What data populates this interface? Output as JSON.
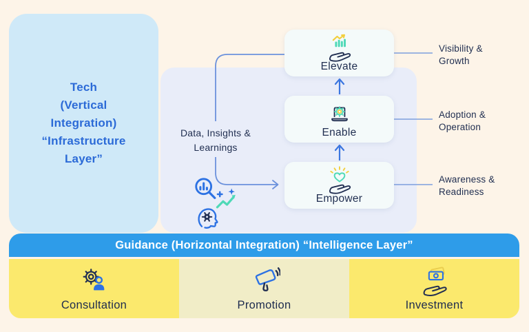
{
  "palette": {
    "background": "#fdf4e8",
    "infra_box": "#cfe9f8",
    "infra_text": "#2b6ad7",
    "panel": "#e9edf9",
    "stage_box": "#f4fafa",
    "navy_text": "#212f51",
    "guidance_bar": "#2e9ce9",
    "guidance_text": "#ffffff",
    "pillar_bright": "#fbe96d",
    "pillar_pale": "#f1edc7",
    "teal_accent": "#4fd9b7",
    "yellow_accent": "#f2cf3e",
    "blue_accent": "#2d72e3",
    "arrow_blue": "#3b76e0",
    "connector_blue": "#6b91dc"
  },
  "infrastructure": {
    "lines": [
      "Tech",
      "(Vertical",
      "Integration)",
      "“Infrastructure",
      "Layer”"
    ]
  },
  "flow": {
    "input": {
      "line1": "Data, Insights &",
      "line2": "Learnings"
    },
    "input_icons": [
      "magnifier-chart-icon",
      "trend-sparkle-icon",
      "head-gear-icon"
    ],
    "stages": [
      {
        "label": "Elevate",
        "icon": "hand-growth-chart-icon",
        "outcome_line1": "Visibility &",
        "outcome_line2": "Growth"
      },
      {
        "label": "Enable",
        "icon": "laptop-gear-icon",
        "outcome_line1": "Adoption &",
        "outcome_line2": "Operation"
      },
      {
        "label": "Empower",
        "icon": "hand-heart-icon",
        "outcome_line1": "Awareness &",
        "outcome_line2": "Readiness"
      }
    ]
  },
  "guidance": {
    "label": "Guidance (Horizontal Integration) “Intelligence Layer”",
    "pillars": [
      {
        "label": "Consultation",
        "icon": "gear-person-icon"
      },
      {
        "label": "Promotion",
        "icon": "megaphone-icon"
      },
      {
        "label": "Investment",
        "icon": "hand-money-icon"
      }
    ]
  }
}
